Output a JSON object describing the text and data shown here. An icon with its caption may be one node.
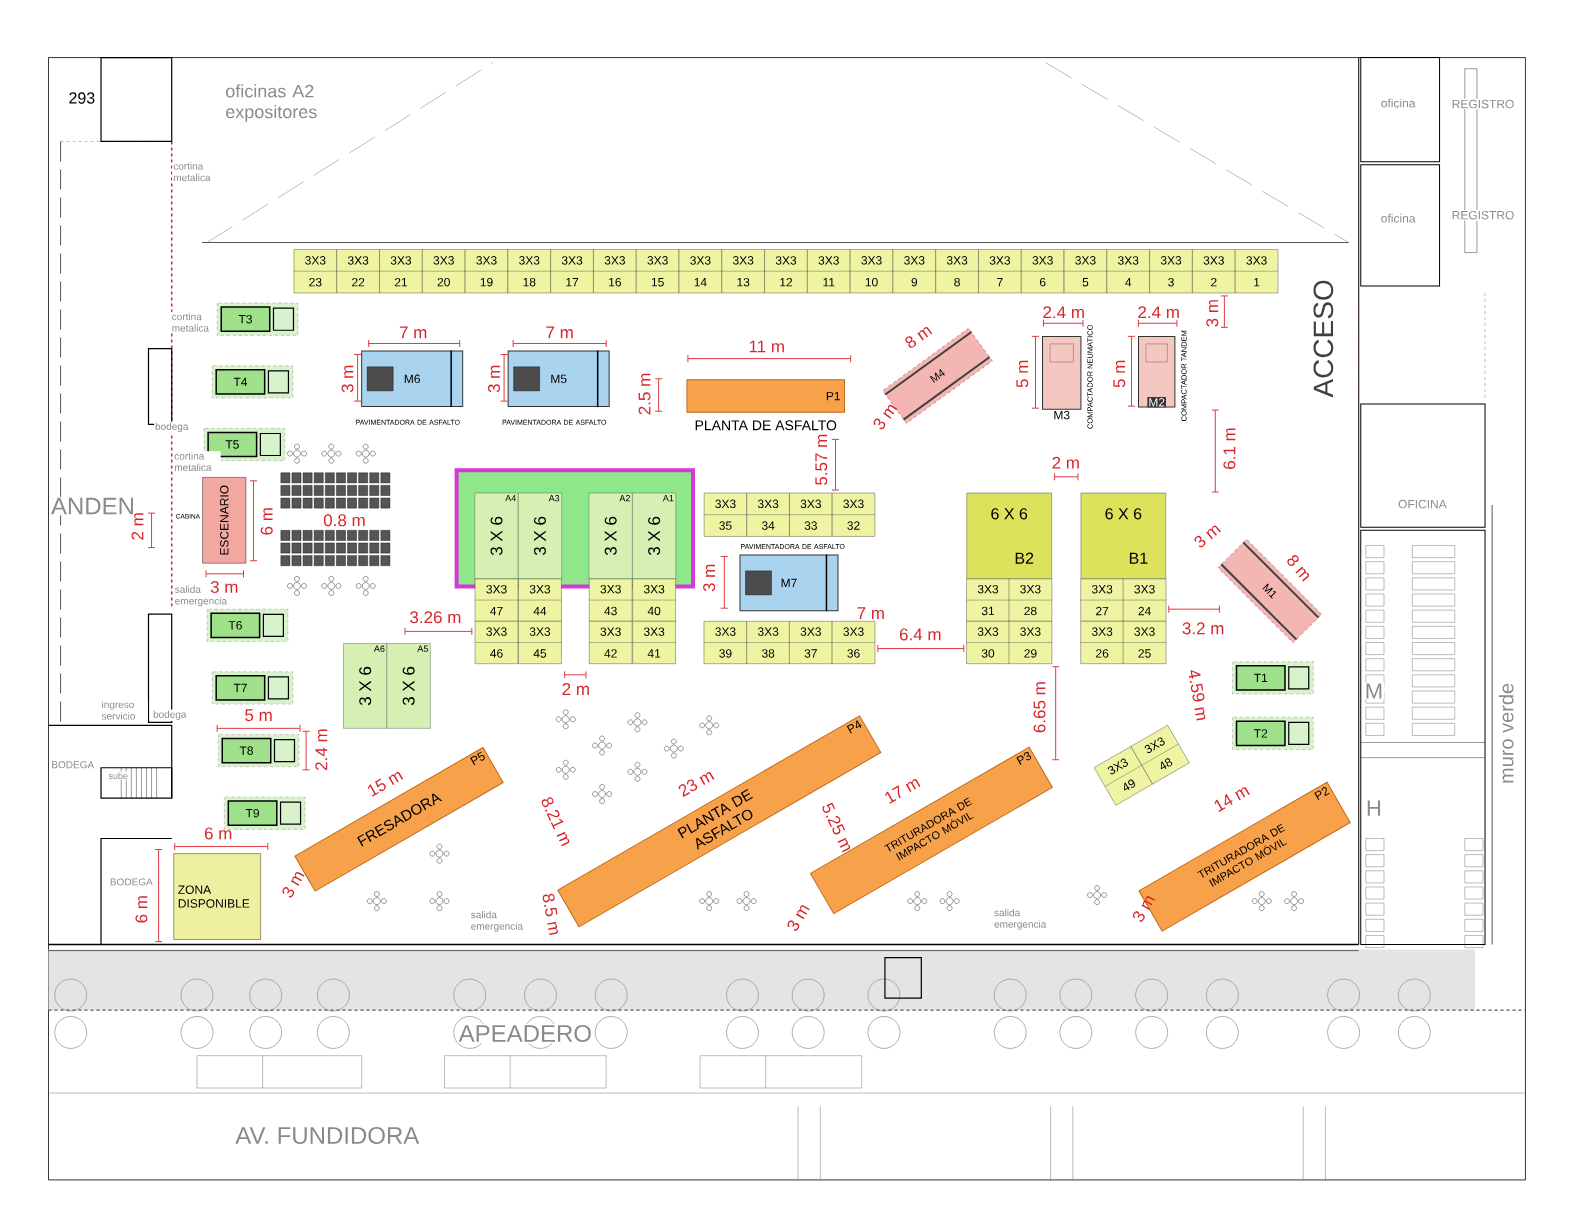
{
  "diagram": {
    "nodes": [
      {
        "text": [
          "3X3",
          "23"
        ]
      },
      {
        "text": [
          "3X3",
          "22"
        ]
      },
      {
        "text": [
          "3X3",
          "21"
        ]
      },
      {
        "text": [
          "3X3",
          "20"
        ]
      },
      {
        "text": [
          "3X3",
          "19"
        ]
      },
      {
        "text": [
          "3X3",
          "18"
        ]
      },
      {
        "text": [
          "3X3",
          "17"
        ]
      },
      {
        "text": [
          "3X3",
          "16"
        ]
      },
      {
        "text": [
          "3X3",
          "15"
        ]
      },
      {
        "text": [
          "3X3",
          "14"
        ]
      },
      {
        "text": [
          "3X3",
          "13"
        ]
      },
      {
        "text": [
          "3X3",
          "12"
        ]
      },
      {
        "text": [
          "3X3",
          "11"
        ]
      },
      {
        "text": [
          "3X3",
          "10"
        ]
      },
      {
        "text": [
          "3X3",
          "9"
        ]
      },
      {
        "text": [
          "3X3",
          "8"
        ]
      },
      {
        "text": [
          "3X3",
          "7"
        ]
      },
      {
        "text": [
          "3X3",
          "6"
        ]
      },
      {
        "text": [
          "3X3",
          "5"
        ]
      },
      {
        "text": [
          "3X3",
          "4"
        ]
      },
      {
        "text": [
          "3X3",
          "3"
        ]
      },
      {
        "text": [
          "3X3",
          "2"
        ]
      },
      {
        "text": [
          "3X3",
          "1"
        ]
      },
      {
        "text": [
          "M6"
        ],
        "beside": [
          "PAVIMENTADORA DE ASFALTO"
        ]
      },
      {
        "text": [
          "M5"
        ],
        "beside": [
          "PAVIMENTADORA DE ASFALTO"
        ]
      },
      {
        "text": [
          "P1"
        ],
        "beside": [
          "PLANTA DE ASFALTO"
        ]
      },
      {
        "text": [
          "M4"
        ]
      },
      {
        "text": [
          "M3"
        ],
        "beside": [
          "COMPACTADOR NEUMATICO"
        ]
      },
      {
        "text": [
          "M2"
        ],
        "beside": [
          "COMPACTADOR TANDEM"
        ]
      },
      {
        "text": [
          "T3"
        ]
      },
      {
        "text": [
          "T4"
        ]
      },
      {
        "text": [
          "T5"
        ]
      },
      {
        "text": [
          "ESCENARIO"
        ]
      },
      {
        "text": [],
        "shape": "box"
      },
      {
        "text": [
          "A4",
          "3 X 6"
        ],
        "in": 33
      },
      {
        "text": [
          "A3",
          "3 X 6"
        ],
        "in": 33
      },
      {
        "text": [
          "A2",
          "3 X 6"
        ],
        "in": 33
      },
      {
        "text": [
          "A1",
          "3 X 6"
        ],
        "in": 33
      },
      {
        "text": [
          "3X3",
          "35"
        ]
      },
      {
        "text": [
          "3X3",
          "34"
        ]
      },
      {
        "text": [
          "3X3",
          "33"
        ]
      },
      {
        "text": [
          "3X3",
          "32"
        ]
      },
      {
        "text": [
          "6 X 6",
          "B2"
        ]
      },
      {
        "text": [
          "6 X 6",
          "B1"
        ]
      },
      {
        "text": [
          "M7"
        ],
        "beside": [
          "PAVIMENTADORA DE ASFALTO"
        ]
      },
      {
        "text": [
          "3X3",
          "47"
        ]
      },
      {
        "text": [
          "3X3",
          "44"
        ]
      },
      {
        "text": [
          "3X3",
          "43"
        ]
      },
      {
        "text": [
          "3X3",
          "40"
        ]
      },
      {
        "text": [
          "3X3",
          "31"
        ]
      },
      {
        "text": [
          "3X3",
          "28"
        ]
      },
      {
        "text": [
          "3X3",
          "27"
        ]
      },
      {
        "text": [
          "3X3",
          "24"
        ]
      },
      {
        "text": [
          "3X3",
          "46"
        ]
      },
      {
        "text": [
          "3X3",
          "45"
        ]
      },
      {
        "text": [
          "3X3",
          "42"
        ]
      },
      {
        "text": [
          "3X3",
          "41"
        ]
      },
      {
        "text": [
          "3X3",
          "39"
        ]
      },
      {
        "text": [
          "3X3",
          "38"
        ]
      },
      {
        "text": [
          "3X3",
          "37"
        ]
      },
      {
        "text": [
          "3X3",
          "36"
        ]
      },
      {
        "text": [
          "3X3",
          "30"
        ]
      },
      {
        "text": [
          "3X3",
          "29"
        ]
      },
      {
        "text": [
          "3X3",
          "26"
        ]
      },
      {
        "text": [
          "3X3",
          "25"
        ]
      },
      {
        "text": [
          "M1"
        ]
      },
      {
        "text": [
          "T6"
        ]
      },
      {
        "text": [
          "A6",
          "3 X 6"
        ]
      },
      {
        "text": [
          "A5",
          "3 X 6"
        ]
      },
      {
        "text": [
          "T7"
        ]
      },
      {
        "text": [
          "T1"
        ]
      },
      {
        "text": [
          "T8"
        ]
      },
      {
        "text": [
          "T2"
        ]
      },
      {
        "text": [
          "T9"
        ]
      },
      {
        "text": [
          "P5",
          "FRESADORA"
        ]
      },
      {
        "text": [
          "P4",
          "PLANTA DE ASFALTO"
        ]
      },
      {
        "text": [
          "P3",
          "TRITURADORA DE IMPACTO MÓVIL"
        ]
      },
      {
        "text": [
          "P2",
          "TRITURADORA DE IMPACTO MÓVIL"
        ]
      },
      {
        "text": [
          "3X3",
          "49"
        ]
      },
      {
        "text": [
          "3X3",
          "48"
        ]
      },
      {
        "text": [
          "ZONA DISPONIBLE"
        ]
      }
    ],
    "labels": [
      "293",
      "oficinas A2 expositores",
      "oficina",
      "REGISTRO",
      "cortina metalica",
      "oficina",
      "REGISTRO",
      "cortina metalica",
      "ACCESO",
      "bodega",
      "cortina metalica",
      "ANDEN",
      "CABINA",
      "OFICINA",
      "salida emergencia",
      "M",
      "ingreso servicio",
      "bodega",
      "BODEGA",
      "sube",
      "muro verde",
      "H",
      "BODEGA",
      "salida emergencia",
      "salida emergencia",
      "APEADERO",
      "AV. FUNDIDORA",
      "7 m",
      "3 m",
      "7 m",
      "3 m",
      "11 m",
      "2.5 m",
      "8 m",
      "3 m",
      "2.4 m",
      "5 m",
      "2.4 m",
      "5 m",
      "3 m",
      "6.1 m",
      "5.57 m",
      "2 m",
      "0.8 m",
      "6 m",
      "2 m",
      "3 m",
      "3.26 m",
      "3 m",
      "7 m",
      "3 m",
      "8 m",
      "6.4 m",
      "3.2 m",
      "2 m",
      "4.59 m",
      "6.65 m",
      "5 m",
      "2.4 m",
      "6 m",
      "6 m",
      "15 m",
      "8.21 m",
      "23 m",
      "5.25 m",
      "17 m",
      "14 m",
      "3 m",
      "8.5 m",
      "3 m",
      "3 m"
    ]
  }
}
